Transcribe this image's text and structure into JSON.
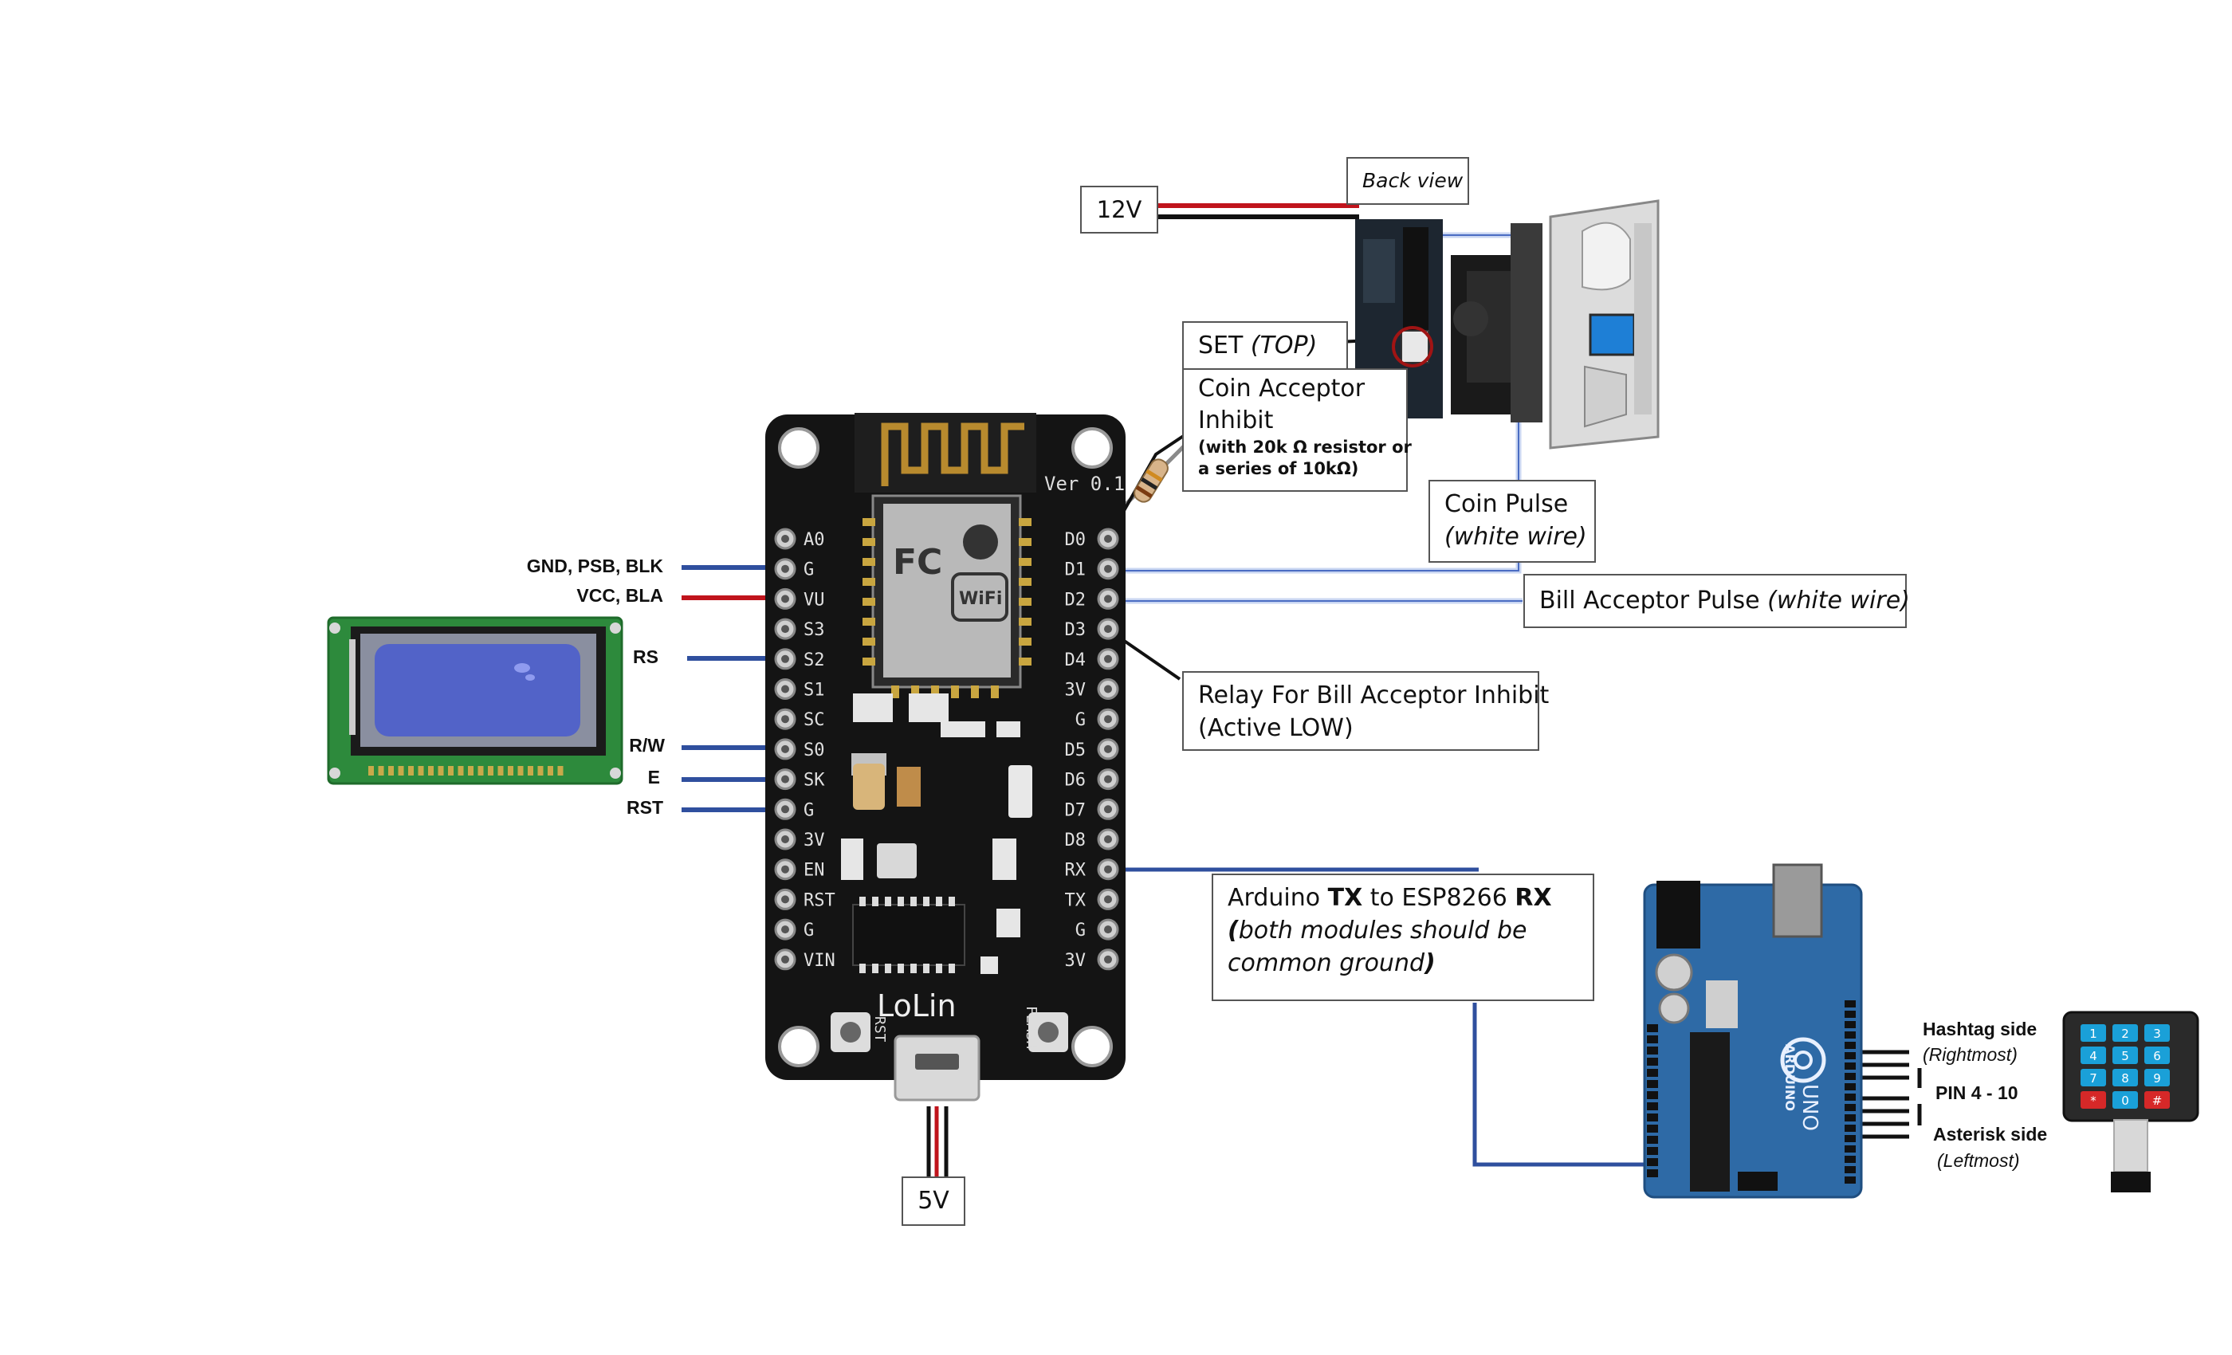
{
  "labels": {
    "back_view": "Back view",
    "v12": "12V",
    "set_prefix": "SET ",
    "set_top": "(TOP)",
    "inhibit_line1": "Coin Acceptor",
    "inhibit_line2": "Inhibit",
    "inhibit_note1": "(with 20k Ω resistor or",
    "inhibit_note2": "a series of 10kΩ)",
    "coin_pulse": "Coin Pulse",
    "coin_pulse_wire": "(white wire)",
    "bill_pulse": "Bill Acceptor Pulse ",
    "bill_pulse_wire": "(white wire)",
    "relay_line1": "Relay For Bill Acceptor Inhibit",
    "relay_line2": "(Active LOW)",
    "arduino_1": "Arduino ",
    "arduino_tx": "TX",
    "arduino_2": " to ESP8266 ",
    "arduino_rx": "RX",
    "arduino_paren_open": "(",
    "arduino_note_a": "both modules should be",
    "arduino_note_b": "common ground",
    "arduino_paren_close": ")",
    "v5": "5V"
  },
  "lcd_pins": {
    "gnd": "GND, PSB, BLK",
    "vcc": "VCC,  BLA",
    "rs": "RS",
    "rw": "R/W",
    "e": "E",
    "rst": "RST"
  },
  "keypad_labels": {
    "hashtag": "Hashtag side",
    "hashtag_sub": "(Rightmost)",
    "pins": "PIN 4 - 10",
    "asterisk": "Asterisk side",
    "asterisk_sub": "(Leftmost)"
  },
  "nodemcu": {
    "version": "Ver 0.1",
    "brand": "LoLin",
    "left_pins": [
      "A0",
      "G",
      "VU",
      "S3",
      "S2",
      "S1",
      "SC",
      "S0",
      "SK",
      "G",
      "3V",
      "EN",
      "RST",
      "G",
      "VIN"
    ],
    "right_pins": [
      "D0",
      "D1",
      "D2",
      "D3",
      "D4",
      "3V",
      "G",
      "D5",
      "D6",
      "D7",
      "D8",
      "RX",
      "TX",
      "G",
      "3V"
    ],
    "rst_button": "RST",
    "flash_button": "FLASH",
    "module_wifi": "WiFi",
    "module_fc": "FC"
  },
  "arduino_board": {
    "name": "ARDUINO",
    "model": "UNO"
  },
  "keypad_keys": [
    "1",
    "2",
    "3",
    "4",
    "5",
    "6",
    "7",
    "8",
    "9",
    "*",
    "0",
    "#"
  ],
  "colors": {
    "wire_blue": "#2f4f9e",
    "wire_red": "#c0141c",
    "wire_black": "#111111",
    "wire_white": "#c9d6f2",
    "board_black": "#141414",
    "arduino_blue": "#2e6aa6",
    "lcd_green": "#2d8a3c",
    "lcd_screen": "#5263c8"
  }
}
